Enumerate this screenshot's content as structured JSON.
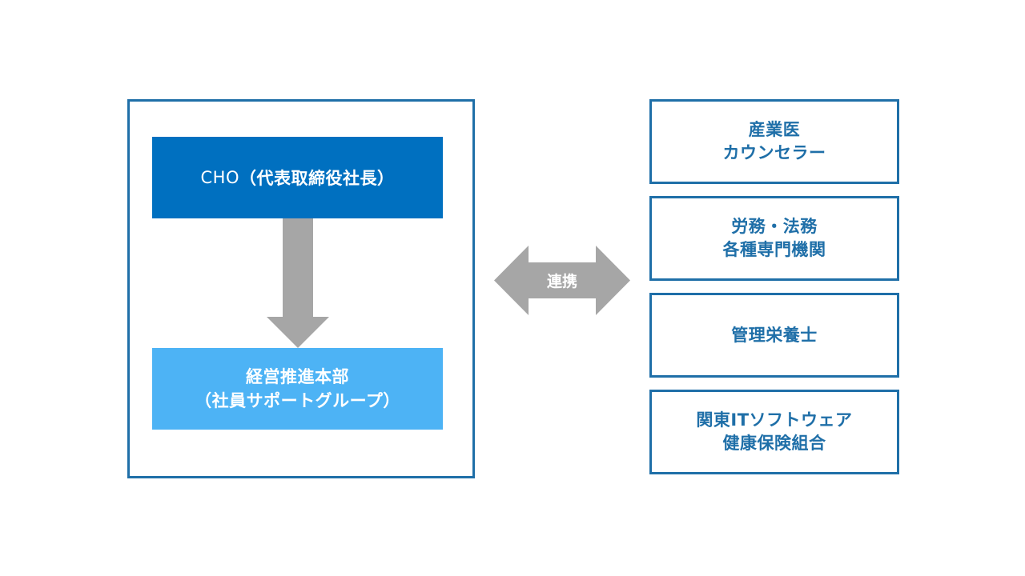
{
  "left_panel": {
    "cho": {
      "prefix": "CHO",
      "detail": "（代表取締役社長）"
    },
    "department": {
      "line1": "経営推進本部",
      "line2": "（社員サポートグループ）"
    }
  },
  "link": {
    "label": "連携"
  },
  "partners": [
    {
      "line1": "産業医",
      "line2": "カウンセラー"
    },
    {
      "line1": "労務・法務",
      "line2": "各種専門機関"
    },
    {
      "line1": "管理栄養士",
      "line2": ""
    },
    {
      "line1": "関東ITソフトウェア",
      "line2": "健康保険組合"
    }
  ],
  "colors": {
    "frame": "#1f6fa8",
    "cho_fill": "#0070c0",
    "dept_fill": "#4db3f5",
    "arrow_gray": "#a6a6a6",
    "partner_text": "#1f6fa8"
  }
}
